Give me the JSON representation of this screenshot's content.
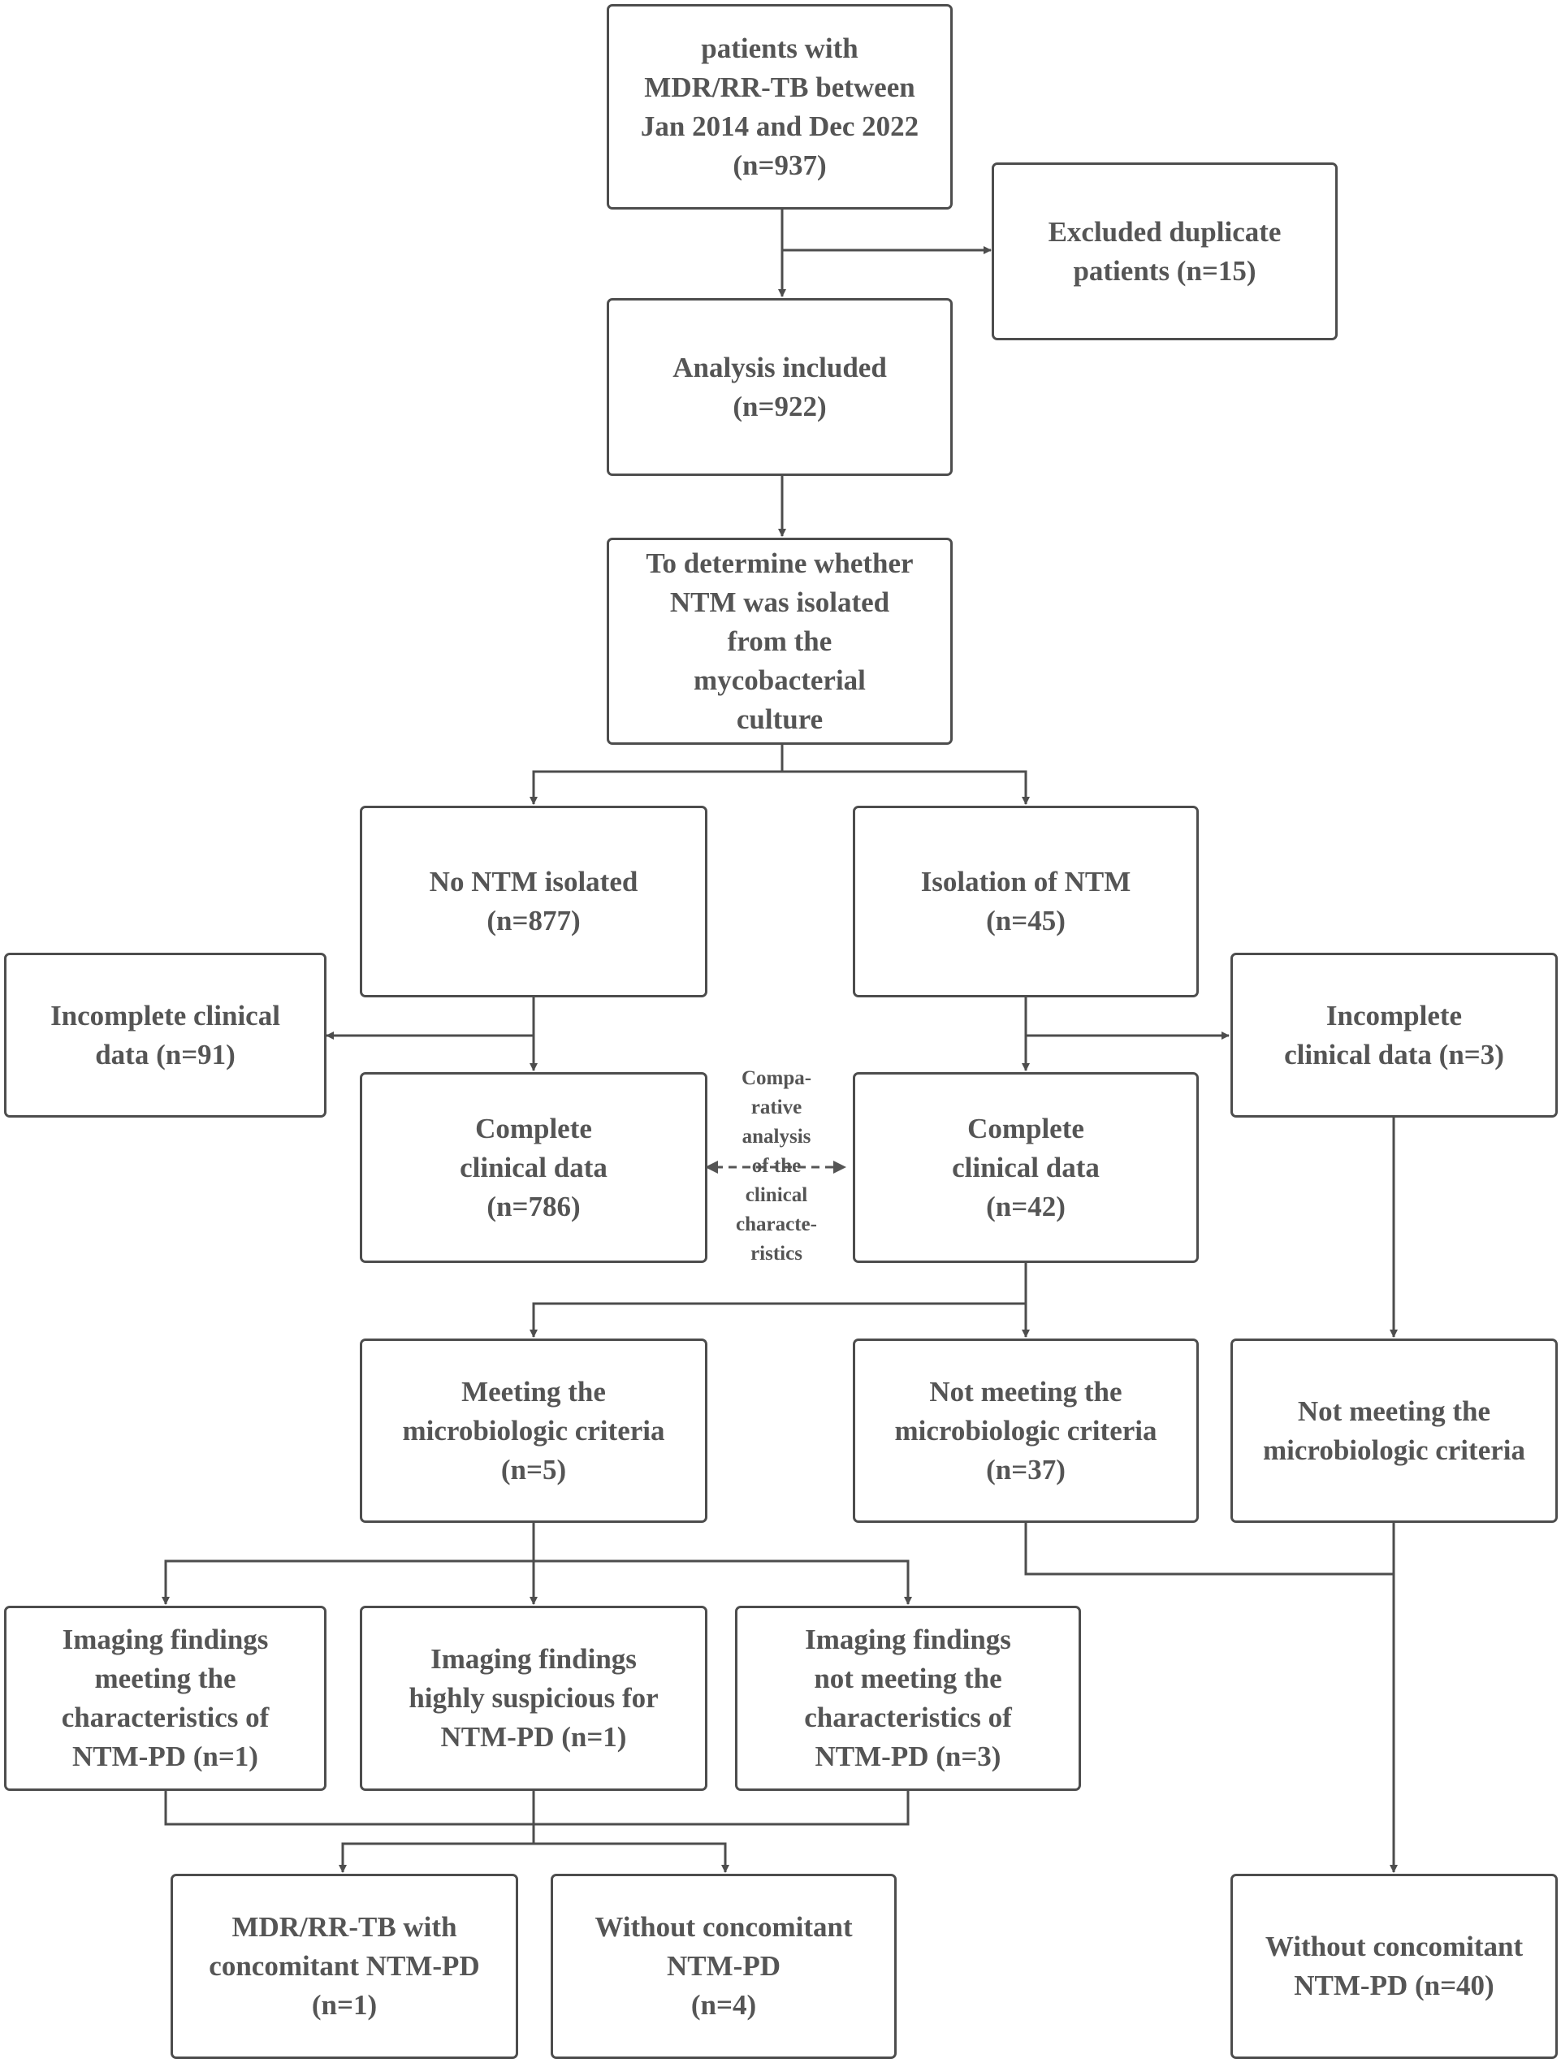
{
  "diagram": {
    "nodes": {
      "start": "patients with\nMDR/RR-TB between\nJan 2014 and Dec 2022\n(n=937)",
      "excluded": "Excluded duplicate\npatients (n=15)",
      "analysis": "Analysis included\n(n=922)",
      "determine": "To determine whether\nNTM was isolated\nfrom the\nmycobacterial\nculture",
      "no_ntm": "No NTM  isolated\n(n=877)",
      "isolation": "Isolation of NTM\n(n=45)",
      "incomplete_left": "Incomplete clinical\ndata (n=91)",
      "incomplete_right": "Incomplete\nclinical data (n=3)",
      "complete_left": "Complete\nclinical data\n(n=786)",
      "complete_right": "Complete\nclinical data\n(n=42)",
      "comparative": "Compa-\nrative\nanalysis\nof the\nclinical\ncharacte-\nristics",
      "meeting": "Meeting the\nmicrobiologic criteria\n(n=5)",
      "not_meeting_37": "Not meeting the\nmicrobiologic criteria\n(n=37)",
      "not_meeting_right": "Not meeting the\nmicrobiologic criteria",
      "img_meeting": "Imaging findings\nmeeting the\ncharacteristics of\nNTM-PD (n=1)",
      "img_suspicious": "Imaging findings\nhighly suspicious for\nNTM-PD (n=1)",
      "img_not_meeting": "Imaging findings\nnot meeting the\ncharacteristics of\nNTM-PD (n=3)",
      "concomitant": "MDR/RR-TB with\nconcomitant NTM-PD\n(n=1)",
      "without_4": "Without concomitant\nNTM-PD\n(n=4)",
      "without_40": "Without concomitant\nNTM-PD (n=40)"
    }
  },
  "colors": {
    "line": "#4d4d4d",
    "text": "#555555",
    "background": "#ffffff"
  }
}
